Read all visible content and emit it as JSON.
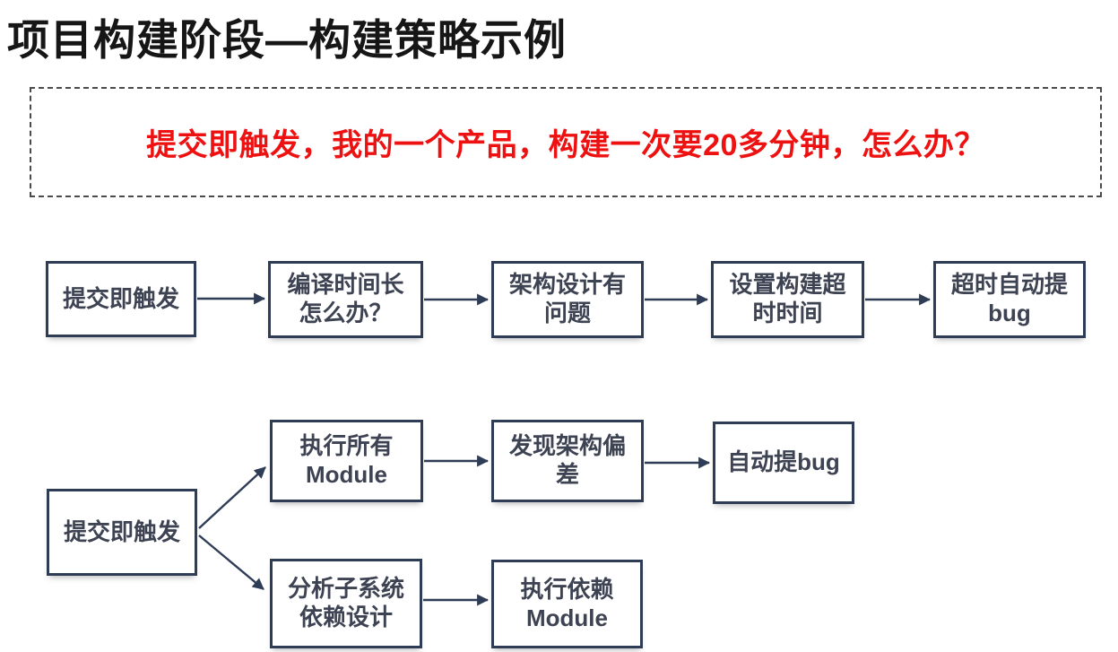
{
  "title": "项目构建阶段—构建策略示例",
  "question": {
    "text": "提交即触发，我的一个产品，构建一次要20多分钟，怎么办？"
  },
  "colors": {
    "highlight_red": "#ee1111",
    "node_border": "#2f3c55",
    "node_text": "#3d4352"
  },
  "flow_top": {
    "nodes": [
      {
        "label": "提交即触发"
      },
      {
        "label": "编译时间长\n怎么办？"
      },
      {
        "label": "架构设计有\n问题"
      },
      {
        "label": "设置构建超\n时时间"
      },
      {
        "label": "超时自动提\nbug"
      }
    ]
  },
  "flow_bottom": {
    "nodes": [
      {
        "label": "提交即触发"
      },
      {
        "label": "执行所有\nModule"
      },
      {
        "label": "发现架构偏\n差"
      },
      {
        "label": "自动提bug"
      },
      {
        "label": "分析子系统\n依赖设计"
      },
      {
        "label": "执行依赖\nModule"
      }
    ]
  }
}
